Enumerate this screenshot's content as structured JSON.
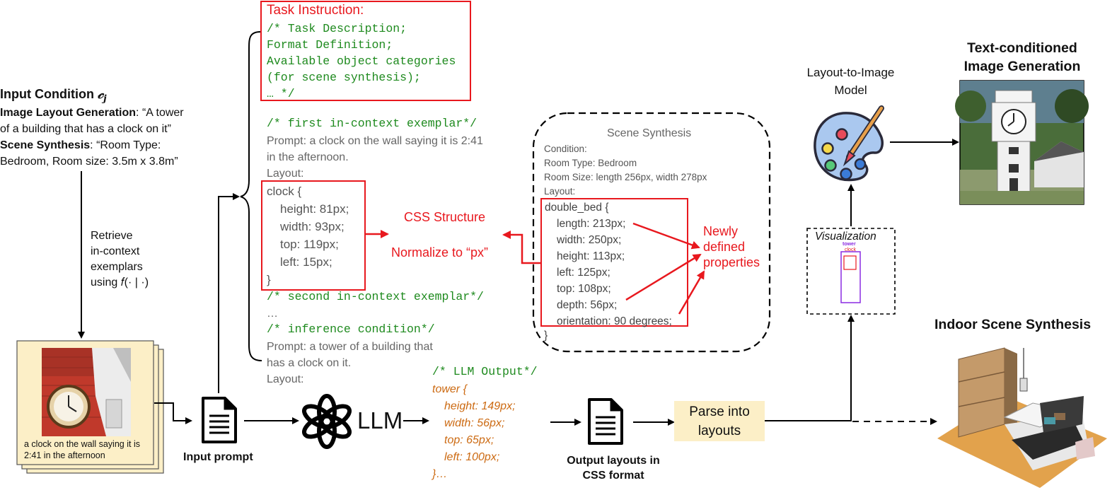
{
  "input_condition": {
    "title": "Input Condition",
    "symbol": "𝒸",
    "subscript": "j",
    "image_label": "Image Layout Generation",
    "image_text_1": ": “A tower",
    "image_text_2": "of a building that has a clock on it”",
    "scene_label": "Scene Synthesis",
    "scene_text_1": ": “Room Type:",
    "scene_text_2": "Bedroom, Room size: 3.5m x 3.8m”"
  },
  "retrieve": {
    "line1": "Retrieve",
    "line2": "in-context",
    "line3": "exemplars",
    "line4": "using 𝑓(· | ·)"
  },
  "exemplar_card": {
    "caption_1": "a clock on the wall saying it is",
    "caption_2": "2:41 in the afternoon"
  },
  "input_prompt_label": "Input prompt",
  "task": {
    "title": "Task Instruction:",
    "lines": [
      "/* Task Description;",
      "Format Definition;",
      "Available object categories",
      "(for scene synthesis);",
      "… */"
    ]
  },
  "prompt": {
    "first_comment": "/* first in-context exemplar*/",
    "first_prompt_1": "Prompt: a clock on the wall saying it is 2:41",
    "first_prompt_2": "in the afternoon.",
    "layout_label": "Layout:",
    "css_lines": [
      "clock {",
      "height: 81px;",
      "width: 93px;",
      "top: 119px;",
      "left: 15px;",
      "}"
    ],
    "second_comment": "/* second in-context exemplar*/",
    "ellipsis": "…",
    "inference_comment": "/* inference condition*/",
    "inference_prompt_1": "Prompt: a tower of a building that",
    "inference_prompt_2": "has a clock on it.",
    "inference_layout": "Layout:"
  },
  "annotations": {
    "css_structure": "CSS Structure",
    "normalize": "Normalize to “px”",
    "newly": [
      "Newly",
      "defined",
      "properties"
    ]
  },
  "scene_synthesis": {
    "title": "Scene Synthesis",
    "condition": "Condition:",
    "room_type": "Room Type: Bedroom",
    "room_size": "Room Size: length 256px, width 278px",
    "layout": "Layout:",
    "lines": [
      "double_bed {",
      "length: 213px;",
      "width: 250px;",
      "height: 113px;",
      "left: 125px;",
      "top: 108px;",
      "depth: 56px;",
      "orientation: 90 degrees;"
    ],
    "close": "}"
  },
  "llm": {
    "label": "LLM",
    "output_comment": "/* LLM Output*/",
    "output_lines": [
      "tower {",
      "height: 149px;",
      "width: 56px;",
      "top: 65px;",
      "left: 100px;",
      "}…"
    ]
  },
  "output_label_1": "Output layouts in",
  "output_label_2": "CSS format",
  "parse": [
    "Parse into",
    "layouts"
  ],
  "layout_to_image": [
    "Layout-to-Image",
    "Model"
  ],
  "visualization": {
    "title": "Visualization",
    "tower": "tower",
    "clock": "clock"
  },
  "text_conditioned": [
    "Text-conditioned",
    "Image Generation"
  ],
  "indoor": "Indoor Scene Synthesis",
  "colors": {
    "red": "#e8181e",
    "green": "#1e8a1e",
    "orange": "#cc6a12",
    "parse_bg": "#fcefc7",
    "card_bg": "#fcefc7"
  }
}
